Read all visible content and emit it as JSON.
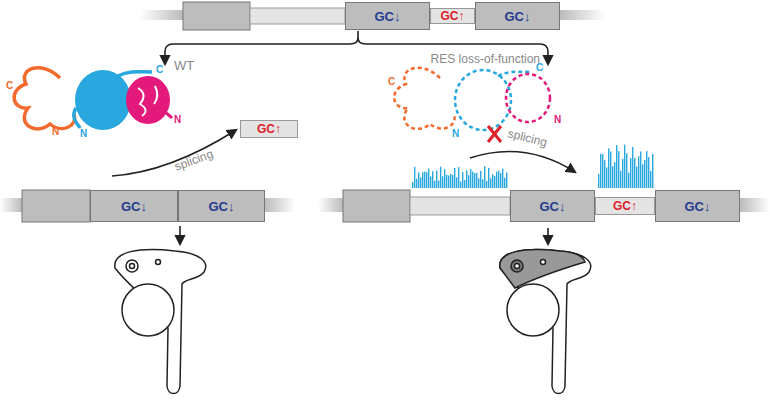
{
  "diagram": {
    "nodes": [
      {
        "text": [
          "GC↓"
        ]
      },
      {
        "text": [
          "GC↑"
        ]
      },
      {
        "text": [
          "GC↓"
        ]
      },
      {
        "text": [
          "GC↑"
        ]
      },
      {
        "text": [
          "GC↓"
        ]
      },
      {
        "text": [
          "GC↓"
        ]
      },
      {
        "text": [
          "GC↓"
        ]
      },
      {
        "text": [
          "GC↑"
        ]
      },
      {
        "text": [
          "GC↓"
        ]
      }
    ],
    "labels": [
      "WT",
      "RES loss-of-function",
      "C",
      "N",
      "N",
      "C",
      "N",
      "splicing",
      "C",
      "N",
      "C",
      "N",
      "splicing"
    ]
  }
}
